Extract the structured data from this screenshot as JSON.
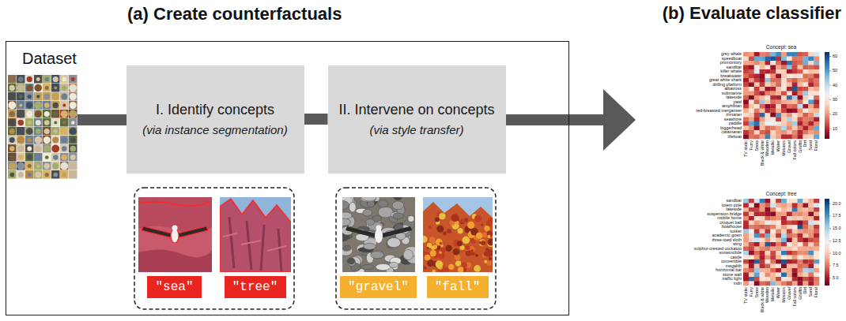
{
  "diagram": {
    "nodes": [
      {
        "text": [
          "(a) Create counterfactuals"
        ]
      },
      {
        "text": [
          "I. Identify concepts",
          "(via instance segmentation)"
        ],
        "in": 0
      },
      {
        "text": [
          "II. Intervene on concepts",
          "(via style transfer)"
        ],
        "in": 0
      },
      {
        "text": [
          "\"sea\""
        ],
        "in": 0
      },
      {
        "text": [
          "\"tree\""
        ],
        "in": 0
      },
      {
        "text": [
          "\"gravel\""
        ],
        "in": 0
      },
      {
        "text": [
          "\"fall\""
        ],
        "in": 0
      }
    ],
    "edges": [
      {
        "from": 1,
        "to": 2,
        "arrow": "none"
      }
    ],
    "labels": [
      "(b) Evaluate classifier",
      "Dataset",
      "Concept: sea",
      "grey whale",
      "speedboat",
      "promontory",
      "sandbar",
      "killer whale",
      "breakwater",
      "great white shark",
      "drilling platform",
      "albatross",
      "submarine",
      "lakeside",
      "yawl",
      "amphibian",
      "red-breasted merganser",
      "trimaran",
      "seashore",
      "paddle",
      "loggerhead",
      "catamaran",
      "lifeboat",
      "TV static",
      "Furry",
      "Snow",
      "Black & white",
      "Wooden",
      "Metallic",
      "Water",
      "Mosaics",
      "Gravel",
      "Fall colors",
      "Graffiti",
      "Dirt",
      "Sand",
      "Floral",
      "60",
      "50",
      "40",
      "30",
      "20",
      "10",
      "Concept: tree",
      "sandbar",
      "totem pole",
      "lakeside",
      "suspension bridge",
      "mobile home",
      "croquet ball",
      "boathouse",
      "tusker",
      "academic gown",
      "three-toed sloth",
      "wing",
      "sulphur-crested cockatoo",
      "snowmobile",
      "castle",
      "convertible",
      "megalith",
      "horizontal bar",
      "stone wall",
      "traffic light",
      "indri",
      "TV static",
      "Furry",
      "Snow",
      "Black & white",
      "Wooden",
      "Metallic",
      "Water",
      "Mosaics",
      "Gravel",
      "Fall colors",
      "Graffiti",
      "Dirt",
      "Sand",
      "Floral",
      "20.0",
      "17.5",
      "15.0",
      "12.5",
      "10.0",
      "7.5",
      "5.0"
    ]
  }
}
